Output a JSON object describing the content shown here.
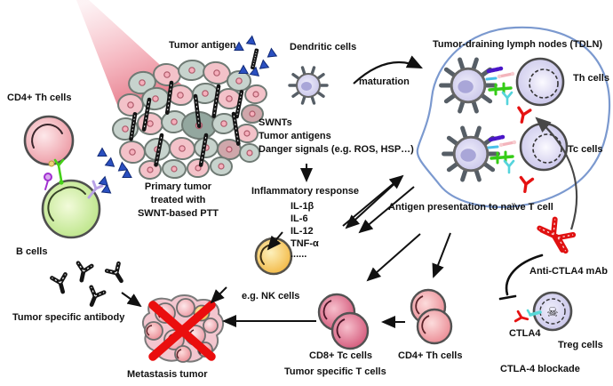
{
  "title": "SWNT-based photothermal therapy immune mechanism diagram",
  "labels": {
    "tumor_antigen": "Tumor antigen",
    "dendritic_cells": "Dendritic cells",
    "maturation": "maturation",
    "tdln": "Tumor-draining lymph nodes (TDLN)",
    "th_cells": "Th cells",
    "tc_cells": "Tc cells",
    "cd4_th_left": "CD4+ Th cells",
    "b_cells": "B cells",
    "primary_tumor_l1": "Primary tumor",
    "primary_tumor_l2": "treated with",
    "primary_tumor_l3": "SWNT-based PTT",
    "swnts": "SWNTs",
    "tumor_antigens": "Tumor antigens",
    "danger_signals": "Danger signals (e.g. ROS, HSP…)",
    "inflammatory_response": "Inflammatory response",
    "cytokines": [
      "IL-1β",
      "IL-6",
      "IL-12",
      "TNF-α",
      "......"
    ],
    "antigen_presentation": "Antigen presentation to naïve T cell",
    "eg_nk_cells": "e.g. NK cells",
    "tumor_specific_antibody": "Tumor specific antibody",
    "metastasis_tumor": "Metastasis tumor",
    "cd8_tc_cells": "CD8+ Tc cells",
    "cd4_th_cells": "CD4+ Th cells",
    "tumor_specific_t_cells": "Tumor specific T cells",
    "anti_ctla4_mab": "Anti-CTLA4 mAb",
    "ctla4": "CTLA4",
    "treg_cells": "Treg cells",
    "ctla4_blockade": "CTLA-4 blockade"
  },
  "icons": {
    "treg_skull_icon": "☠"
  },
  "colors": {
    "antigen_triangle_blue": "#2a4fc0",
    "laser_beam_pink": "#ee8fa0",
    "tumor_cell_pink": "#f3c2c9",
    "tumor_cell_gray": "#c7d3cd",
    "antibody_black": "#141414",
    "antibody_red": "#e51212",
    "tdln_outline_blue": "#7b99cf",
    "lymphocyte_lavender": "#b9b4e2",
    "b_cell_green": "#aade6e",
    "nk_cell_orange": "#f0a81e",
    "cd8_cell_crimson": "#cf3a66",
    "cd4_cell_rose": "#e8737f",
    "red_x": "#ea0e0e"
  }
}
